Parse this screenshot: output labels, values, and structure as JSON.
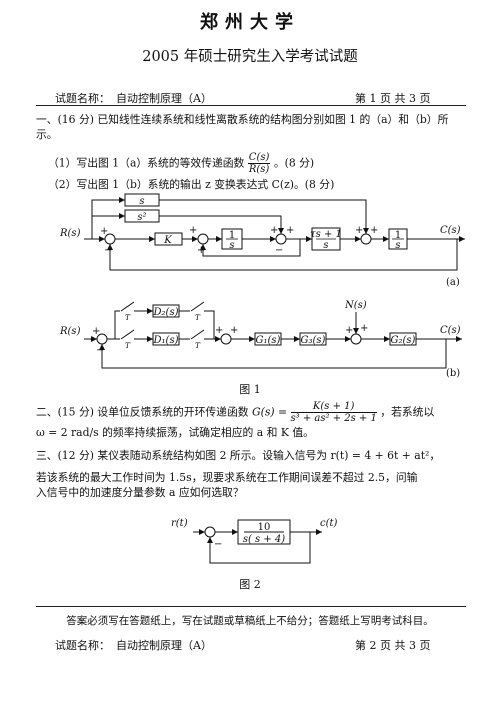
{
  "header": {
    "logo_text": "郑州大学",
    "exam_title": "2005 年硕士研究生入学考试试题",
    "subject_label": "试题名称：",
    "subject_name": "自动控制原理（A）",
    "page_info": "第 1 页 共 3 页"
  },
  "q1": {
    "intro": "一、(16 分) 已知线性连续系统和线性离散系统的结构图分别如图 1 的（a）和（b）所示。",
    "sub1_prefix": "（1）写出图 1（a）系统的等效传递函数",
    "sub1_num": "C(s)",
    "sub1_den": "R(s)",
    "sub1_suffix": "。(8 分)",
    "sub2": "（2）写出图 1（b）系统的输出 z 变换表达式 C(z)。(8 分)"
  },
  "fig1a": {
    "input": "R(s)",
    "output": "C(s)",
    "ff1": "s",
    "ff2": "s²",
    "gain": "K",
    "int_num": "1",
    "int_den": "s",
    "lead_num": "τs + 1",
    "lead_den": "s",
    "last_num": "1",
    "last_den": "s",
    "label": "(a)"
  },
  "fig1b": {
    "input": "R(s)",
    "output": "C(s)",
    "disturbance": "N(s)",
    "d2": "D₂(s)",
    "d1": "D₁(s)",
    "g1": "G₁(s)",
    "g3": "G₃(s)",
    "g2": "G₂(s)",
    "t": "T",
    "label": "(b)"
  },
  "fig1_caption": "图 1",
  "q2": {
    "text_a": "二、(15 分) 设单位反馈系统的开环传递函数",
    "g_lhs": "G(s) =",
    "g_num": "K(s + 1)",
    "g_den": "s³ + as² + 2s + 1",
    "text_b": "，若系统以",
    "line2": "ω = 2 rad/s 的频率持续振荡，试确定相应的 a 和 K 值。"
  },
  "q3": {
    "line1": "三、(12 分) 某仪表随动系统结构如图 2 所示。设输入信号为 r(t) = 4 + 6t + at²，",
    "line2": "若该系统的最大工作时间为 1.5s，现要求系统在工作期间误差不超过 2.5，问输",
    "line3": "入信号中的加速度分量参数 a 应如何选取？"
  },
  "fig2": {
    "input": "r(t)",
    "output": "c(t)",
    "num": "10",
    "den": "s( s + 4)",
    "caption": "图 2"
  },
  "footer": {
    "note": "答案必须写在答题纸上，写在试题或草稿纸上不给分；答题纸上写明考试科目。",
    "subject_label": "试题名称：",
    "subject_name": "自动控制原理（A）",
    "page_info": "第 2 页 共 3 页"
  }
}
